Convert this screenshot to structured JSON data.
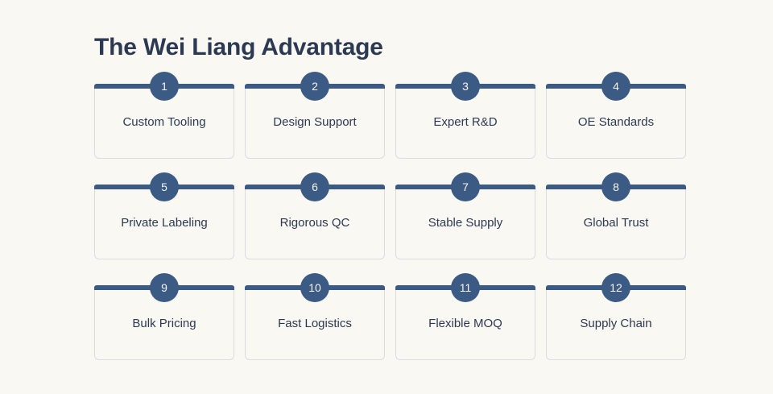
{
  "title": "The Wei Liang Advantage",
  "colors": {
    "background": "#faf8f3",
    "accent_navy": "#3b5a84",
    "title_text": "#2b3a52",
    "label_text": "#2b3a52",
    "card_border": "#dcdcdc",
    "badge_text": "#f7f5ef"
  },
  "cards": [
    {
      "number": "1",
      "label": "Custom Tooling"
    },
    {
      "number": "2",
      "label": "Design Support"
    },
    {
      "number": "3",
      "label": "Expert R&D"
    },
    {
      "number": "4",
      "label": "OE Standards"
    },
    {
      "number": "5",
      "label": "Private Labeling"
    },
    {
      "number": "6",
      "label": "Rigorous QC"
    },
    {
      "number": "7",
      "label": "Stable Supply"
    },
    {
      "number": "8",
      "label": "Global Trust"
    },
    {
      "number": "9",
      "label": "Bulk Pricing"
    },
    {
      "number": "10",
      "label": "Fast Logistics"
    },
    {
      "number": "11",
      "label": "Flexible MOQ"
    },
    {
      "number": "12",
      "label": "Supply Chain"
    }
  ]
}
